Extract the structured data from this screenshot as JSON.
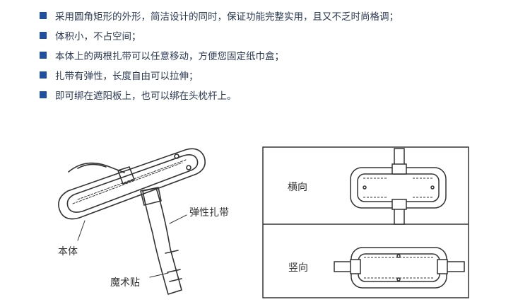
{
  "features": [
    "采用圆角矩形的外形，简洁设计的同时，保证功能完整实用，且又不乏时尚格调；",
    "体积小，不占空间；",
    "本体上的两根扎带可以任意移动，方便您固定纸巾盒；",
    "扎带有弹性，长度自由可以拉伸；",
    "即可绑在遮阳板上，也可以绑在头枕杆上。"
  ],
  "labels": {
    "body": "本体",
    "elastic_strap": "弹性扎带",
    "velcro": "魔术贴",
    "horizontal": "横向",
    "vertical": "竖向"
  },
  "colors": {
    "bullet": "#1f4fa0",
    "text": "#2a3a55",
    "line": "#333333"
  }
}
